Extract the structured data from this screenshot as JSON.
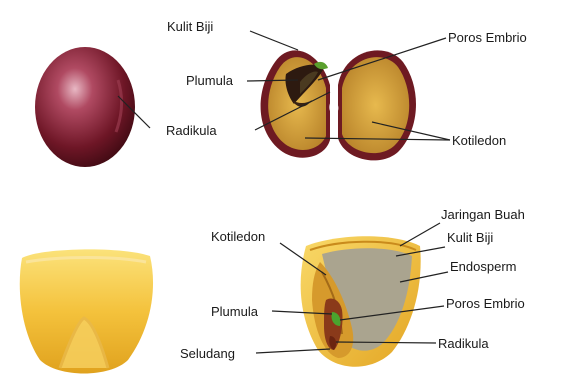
{
  "top_diagram": {
    "labels": {
      "kulit_biji": "Kulit Biji",
      "poros_embrio": "Poros Embrio",
      "plumula": "Plumula",
      "radikula": "Radikula",
      "kotiledon": "Kotiledon"
    }
  },
  "bottom_diagram": {
    "labels": {
      "jaringan_buah": "Jaringan Buah",
      "kulit_biji": "Kulit Biji",
      "kotiledon": "Kotiledon",
      "endosperm": "Endosperm",
      "poros_embrio": "Poros Embrio",
      "plumula": "Plumula",
      "radikula": "Radikula",
      "seludang": "Seludang"
    }
  },
  "colors": {
    "bean_skin": "#7a1a2a",
    "cotyledon_fill": "#d8a63a",
    "corn_yellow": "#f2c23a",
    "endosperm_grey": "#a9a38f",
    "embryo_green": "#3f8a2a",
    "leader_line": "#222222"
  }
}
